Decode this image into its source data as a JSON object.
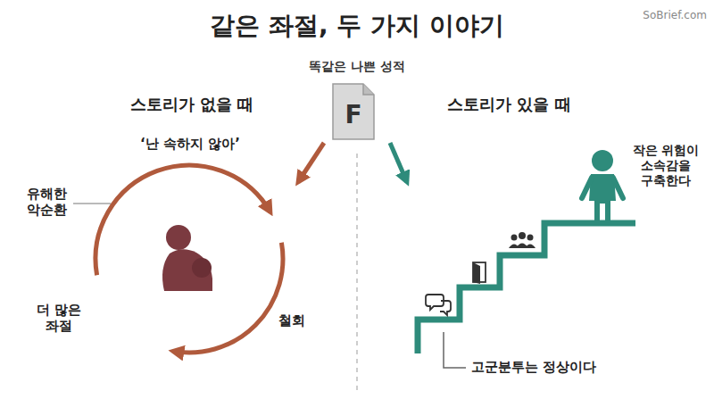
{
  "diagram": {
    "title": "같은 좌절, 두 가지 이야기",
    "nodes": [
      {
        "text": [
          "똑같은 나쁜 성적",
          "F"
        ]
      },
      {
        "text": [
          "스토리가 없을 때"
        ]
      },
      {
        "text": [
          "스토리가 있을 때"
        ]
      }
    ],
    "edges": [
      {
        "from": 0,
        "to": 1,
        "arrow": "to"
      },
      {
        "from": 0,
        "to": 2,
        "arrow": "to"
      }
    ],
    "labels": [
      "SoBrief.com",
      "‘난 속하지 않아’",
      "유해한 악순환",
      "더 많은 좌절",
      "철회",
      "작은 위험이 소속감을 구축한다",
      "고군분투는 정상이다"
    ]
  }
}
